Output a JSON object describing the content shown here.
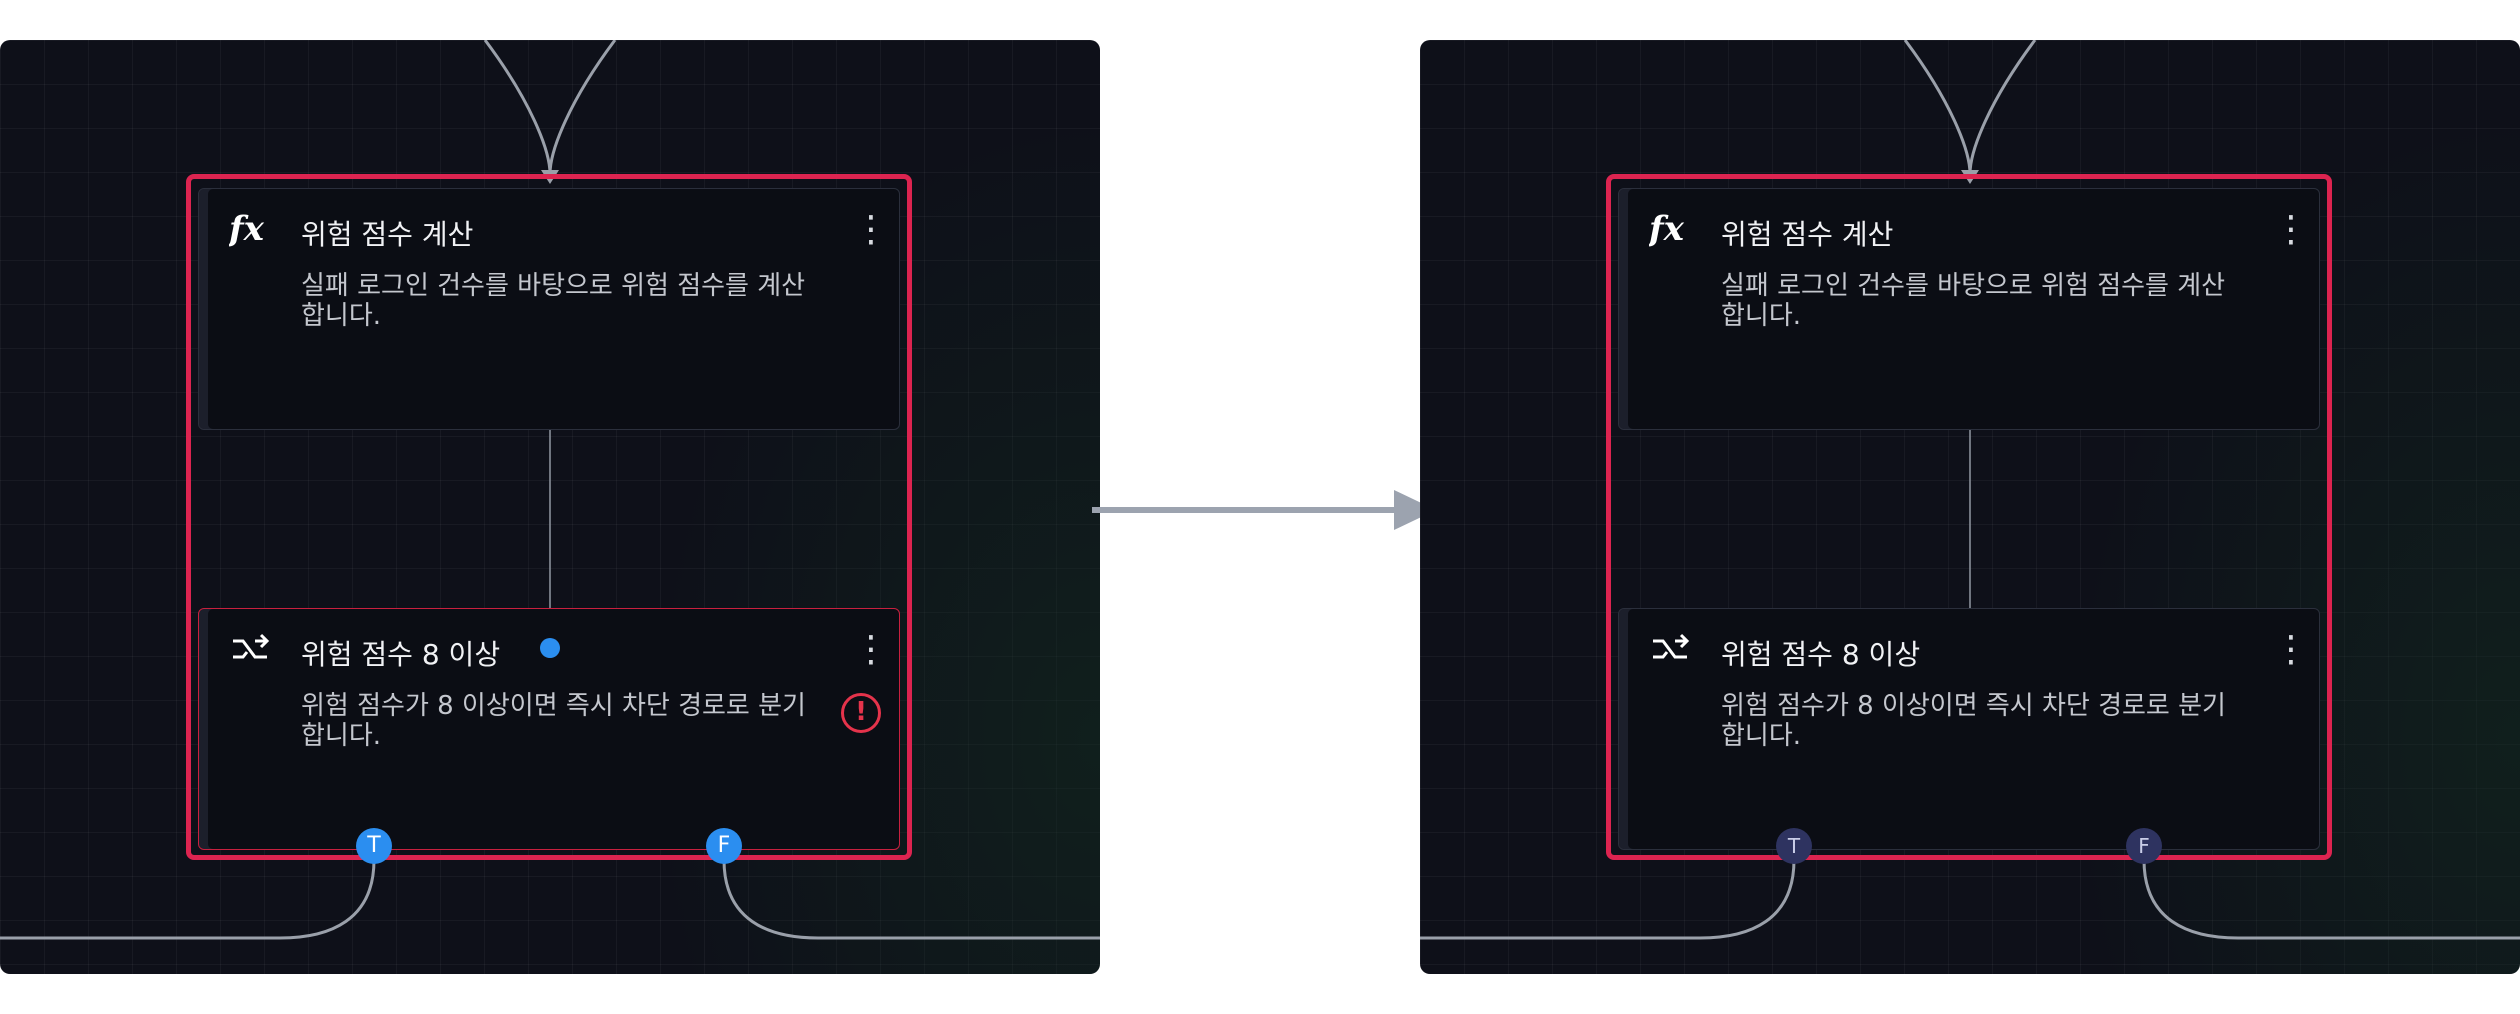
{
  "before": {
    "node_function": {
      "icon": "function-fx-icon",
      "title": "위험 점수 계산",
      "description": "실패 로그인 건수를 바탕으로 위험 점수를 계산합니다."
    },
    "node_condition": {
      "icon": "branch-icon",
      "title": "위험 점수 8 이상",
      "description": "위험 점수가 8 이상이면 즉시 차단 경로로 분기합니다.",
      "error_icon": "alert-circle-icon",
      "error_mark": "!"
    },
    "ports": {
      "true_label": "T",
      "false_label": "F"
    },
    "menu_glyph": "⋮"
  },
  "after": {
    "node_function": {
      "icon": "function-fx-icon",
      "title": "위험 점수 계산",
      "description": "실패 로그인 건수를 바탕으로 위험 점수를 계산합니다."
    },
    "node_condition": {
      "icon": "branch-icon",
      "title": "위험 점수 8 이상",
      "description": "위험 점수가 8 이상이면 즉시 차단 경로로 분기합니다."
    },
    "ports": {
      "true_label": "T",
      "false_label": "F"
    },
    "menu_glyph": "⋮"
  },
  "colors": {
    "canvas_bg": "#0e1019",
    "group_border": "#dc2450",
    "error_red": "#e5334b",
    "port_active": "#2b8ef0",
    "port_inactive": "#2e3360",
    "edge_gray": "#9aa0aa",
    "arrow_gray": "#9ca3af"
  }
}
